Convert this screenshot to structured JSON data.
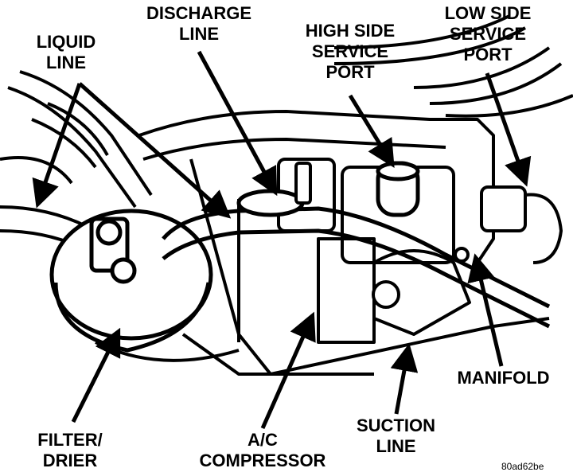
{
  "labels": {
    "liquid_line": "LIQUID\nLINE",
    "discharge_line": "DISCHARGE\nLINE",
    "high_side_service_port": "HIGH SIDE\nSERVICE\nPORT",
    "low_side_service_port": "LOW SIDE\nSERVICE\nPORT",
    "manifold": "MANIFOLD",
    "suction_line": "SUCTION\nLINE",
    "ac_compressor": "A/C\nCOMPRESSOR",
    "filter_drier": "FILTER/\nDRIER"
  },
  "figure_code": "80ad62be",
  "colors": {
    "ink": "#000000",
    "paper": "#ffffff"
  }
}
